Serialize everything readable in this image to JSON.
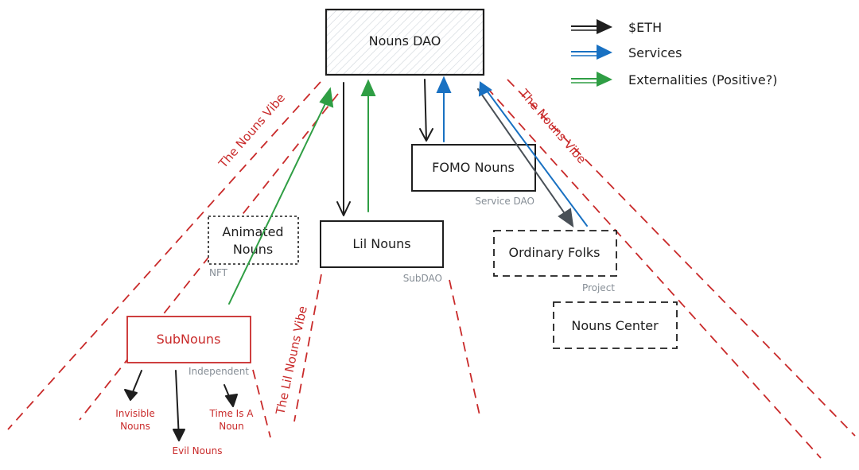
{
  "legend": {
    "eth": "$ETH",
    "services": "Services",
    "externalities": "Externalities (Positive?)"
  },
  "nodes": {
    "nouns_dao": "Nouns DAO",
    "fomo_nouns": "FOMO Nouns",
    "lil_nouns": "Lil Nouns",
    "animated_nouns_line1": "Animated",
    "animated_nouns_line2": "Nouns",
    "ordinary_folks": "Ordinary Folks",
    "nouns_center": "Nouns Center",
    "subnouns": "SubNouns",
    "invisible_nouns_line1": "Invisible",
    "invisible_nouns_line2": "Nouns",
    "evil_nouns": "Evil Nouns",
    "time_is_a_noun_line1": "Time Is A",
    "time_is_a_noun_line2": "Noun"
  },
  "tags": {
    "service_dao": "Service DAO",
    "subdao": "SubDAO",
    "nft": "NFT",
    "project": "Project",
    "independent": "Independent"
  },
  "vibes": {
    "left": "The Nouns Vibe",
    "right": "The Nouns Vibe",
    "lil": "The Lil Nouns Vibe"
  },
  "colors": {
    "eth": "#1e1e1e",
    "services": "#1971c2",
    "externalities": "#2f9e44",
    "vibe": "#c92a2a",
    "tag": "#868e96"
  }
}
